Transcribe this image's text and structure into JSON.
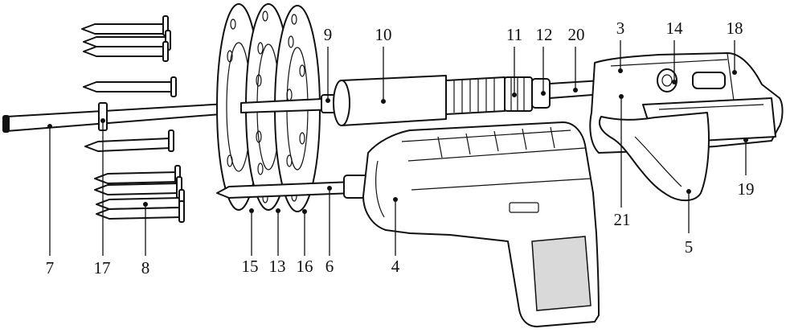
{
  "figure": {
    "labels": {
      "l7": "7",
      "l17": "17",
      "l8": "8",
      "l15": "15",
      "l13": "13",
      "l16": "16",
      "l6": "6",
      "l4": "4",
      "l9": "9",
      "l10": "10",
      "l11": "11",
      "l12": "12",
      "l20": "20",
      "l3": "3",
      "l14": "14",
      "l18": "18",
      "l19": "19",
      "l21": "21",
      "l5": "5"
    }
  }
}
